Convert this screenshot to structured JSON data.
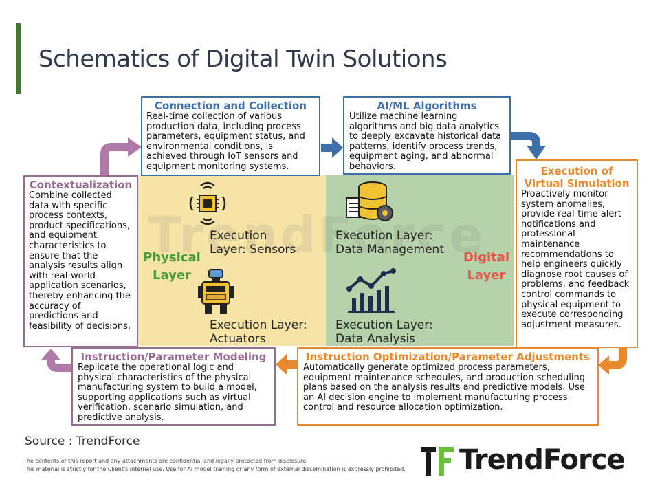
{
  "title": "Schematics of Digital Twin Solutions",
  "watermark": "TrendForce",
  "boxes": {
    "connection": {
      "title": "Connection and Collection",
      "body": "Real-time collection of various production data, including process parameters, equipment status, and environmental conditions, is achieved through IoT sensors and equipment monitoring systems."
    },
    "aiml": {
      "title": "AI/ML Algorithms",
      "body": "Utilize machine learning algorithms and big data analytics to deeply excavate historical data patterns, identify process trends, equipment aging, and abnormal behaviors."
    },
    "contextualization": {
      "title": "Contextualization",
      "body": "Combine collected data with specific process contexts, product specifications, and equipment characteristics to ensure that the analysis results align with real-world application scenarios, thereby enhancing the accuracy of predictions and feasibility of decisions."
    },
    "execution_sim": {
      "title": "Execution of Virtual Simulation",
      "body": "Proactively monitor system anomalies, provide real-time alert notifications and professional maintenance recommendations to help engineers quickly diagnose root causes of problems, and feedback control commands to physical equipment to execute corresponding adjustment measures."
    },
    "instruction_modeling": {
      "title": "Instruction/Parameter Modeling",
      "body": "Replicate the operational logic and physical characteristics of the physical manufacturing system to build a model, supporting applications such as virtual verification, scenario simulation, and predictive analysis."
    },
    "optimization": {
      "title": "Instruction Optimization/Parameter Adjustments",
      "body": "Automatically generate optimized process parameters, equipment maintenance schedules, and production scheduling plans based on the analysis results and predictive models. Use an AI decision engine to implement manufacturing process control and resource allocation optimization."
    }
  },
  "layers": {
    "physical_label_1": "Physical",
    "physical_label_2": "Layer",
    "digital_label_1": "Digital",
    "digital_label_2": "Layer",
    "sensors_1": "Execution",
    "sensors_2": "Layer: Sensors",
    "actuators_1": "Execution Layer:",
    "actuators_2": "Actuators",
    "data_mgmt_1": "Execution Layer:",
    "data_mgmt_2": "Data Management",
    "data_analysis_1": "Execution Layer:",
    "data_analysis_2": "Data Analysis"
  },
  "source": "Source : TrendForce",
  "footnote_1": "The contents of this report and any attachments are confidential and legally protected from disclosure.",
  "footnote_2": "This material is strictly for the Client's internal use. Use for AI model training or any form of external dissemination is expressly prohibited.",
  "logo_text": "TrendForce",
  "colors": {
    "blue": "#3f6fa8",
    "purple": "#9a6b95",
    "orange": "#e8892e",
    "physical_panel": "#f6e4a6",
    "digital_panel": "#b6d2aa",
    "title_bar": "#3e7a2e"
  },
  "icons": [
    "sensor-chip-icon",
    "robot-actuator-icon",
    "database-gear-icon",
    "bar-chart-trend-icon"
  ]
}
